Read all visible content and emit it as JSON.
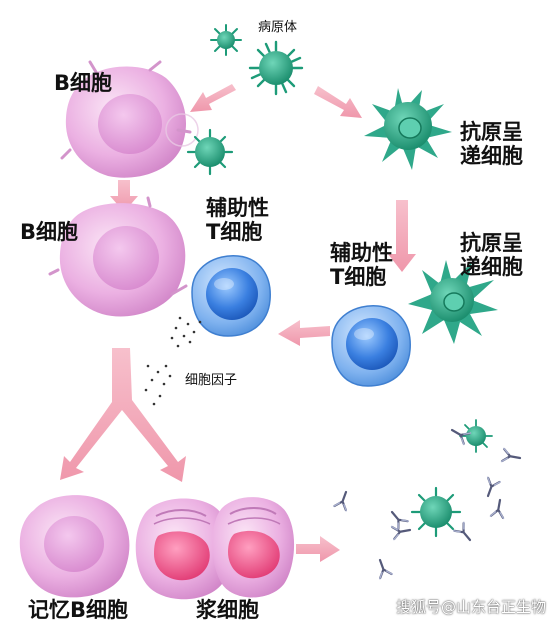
{
  "labels": {
    "pathogen": "病原体",
    "b_cell_1": "B细胞",
    "b_cell_2": "B细胞",
    "apc_1_line1": "抗原呈",
    "apc_1_line2": "递细胞",
    "apc_2_line1": "抗原呈",
    "apc_2_line2": "递细胞",
    "helper_t_1_line1": "辅助性",
    "helper_t_1_line2": "T细胞",
    "helper_t_2_line1": "辅助性",
    "helper_t_2_line2": "T细胞",
    "cytokine": "细胞因子",
    "memory_b_cell": "记忆B细胞",
    "plasma_cell": "浆细胞"
  },
  "watermark": "搜狐号@山东台正生物",
  "colors": {
    "b_cell": "#e9a8de",
    "b_cell_nucleus": "#d88acf",
    "pathogen": "#1d9b78",
    "apc": "#2fa88a",
    "t_cell": "#5b9de6",
    "t_cell_nucleus": "#1f63c8",
    "plasma_nucleus": "#ec4d82",
    "arrow": "#f4a9b8",
    "antibody": "#555a7a"
  }
}
